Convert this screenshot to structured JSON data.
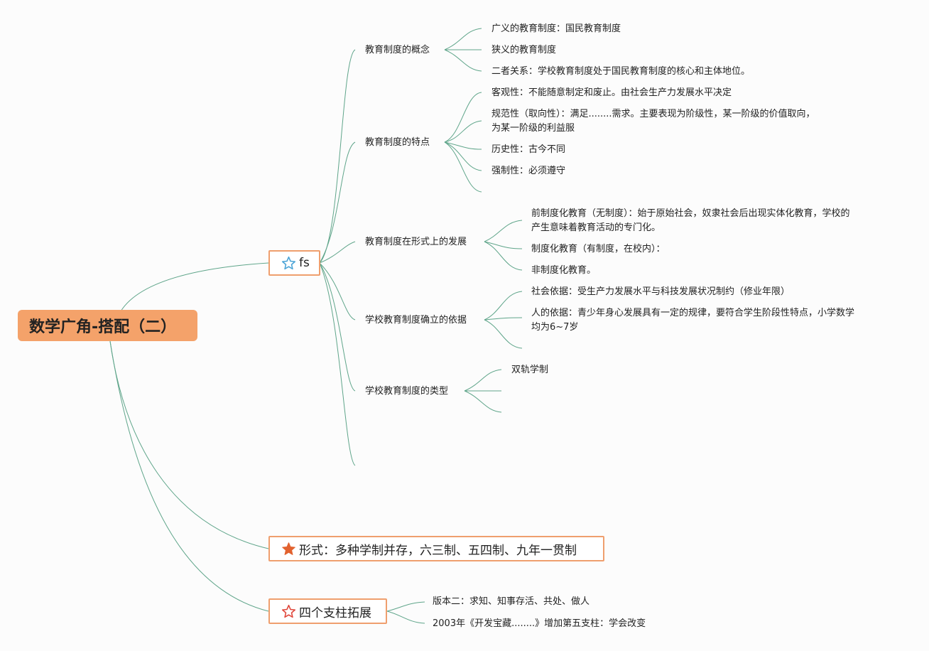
{
  "root": {
    "title": "数学广角-搭配（二）"
  },
  "colors": {
    "root_fill": "#f4a26a",
    "box_border": "#ef9f6e",
    "line": "#5fa58a",
    "star_outline_blue": "#4aa3d6",
    "star_filled": "#e2622f",
    "star_outline_red": "#e0463a"
  },
  "main": [
    {
      "label": "fs",
      "icon": "star-outline-blue-icon"
    },
    {
      "label": "形式：多种学制并存，六三制、五四制、九年一贯制",
      "icon": "star-filled-icon"
    },
    {
      "label": "四个支柱拓展",
      "icon": "star-outline-red-icon"
    }
  ],
  "fs_branches": [
    {
      "label": "教育制度的概念",
      "children": [
        "广义的教育制度：国民教育制度",
        "狭义的教育制度",
        "二者关系：学校教育制度处于国民教育制度的核心和主体地位。"
      ]
    },
    {
      "label": "教育制度的特点",
      "children": [
        "客观性：不能随意制定和废止。由社会生产力发展水平决定",
        "规范性（取向性）：满足........需求。主要表现为阶级性，某一阶级的价值取向，",
        "为某一阶级的利益服",
        "历史性：古今不同",
        "强制性：必须遵守"
      ]
    },
    {
      "label": "教育制度在形式上的发展",
      "children": [
        "前制度化教育（无制度）：始于原始社会，奴隶社会后出现实体化教育，学校的",
        "产生意味着教育活动的专门化。",
        "制度化教育（有制度，在校内）：",
        "非制度化教育。"
      ]
    },
    {
      "label": "学校教育制度确立的依据",
      "children": [
        "社会依据：受生产力发展水平与科技发展状况制约（修业年限）",
        "人的依据：青少年身心发展具有一定的规律，要符合学生阶段性特点，小学数学",
        "均为6~7岁"
      ]
    },
    {
      "label": "学校教育制度的类型",
      "children": [
        "双轨学制"
      ]
    }
  ],
  "pillars": [
    "版本二：求知、知事存活、共处、做人",
    "2003年《开发宝藏........》增加第五支柱：学会改变"
  ]
}
